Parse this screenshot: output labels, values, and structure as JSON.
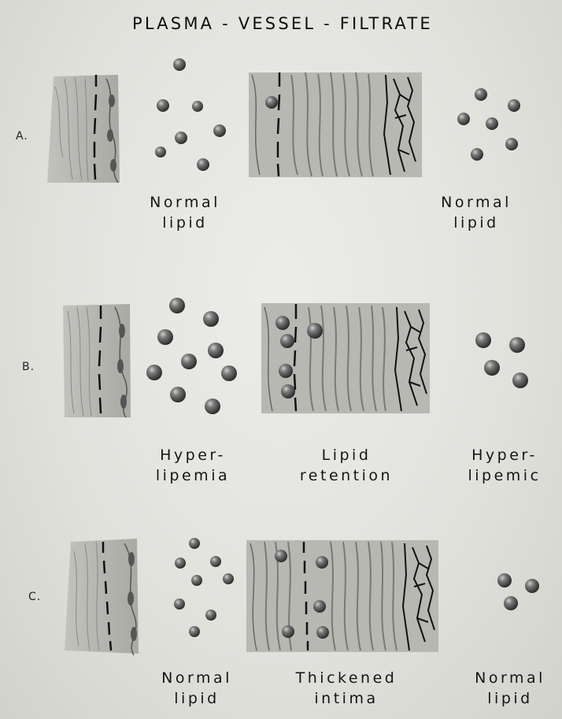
{
  "title": "PLASMA - VESSEL - FILTRATE",
  "rows": [
    {
      "label": "A.",
      "captions": {
        "plasma": [
          "Normal",
          "lipid"
        ],
        "vessel": [
          "",
          ""
        ],
        "filtrate": [
          "Normal",
          "lipid"
        ]
      }
    },
    {
      "label": "B.",
      "captions": {
        "plasma": [
          "Hyper-",
          "lipemia"
        ],
        "vessel": [
          "Lipid",
          "retention"
        ],
        "filtrate": [
          "Hyper-",
          "lipemic"
        ]
      }
    },
    {
      "label": "C.",
      "captions": {
        "plasma": [
          "Normal",
          "lipid"
        ],
        "vessel": [
          "Thickened",
          "intima"
        ],
        "filtrate": [
          "Normal",
          "lipid"
        ]
      }
    }
  ]
}
